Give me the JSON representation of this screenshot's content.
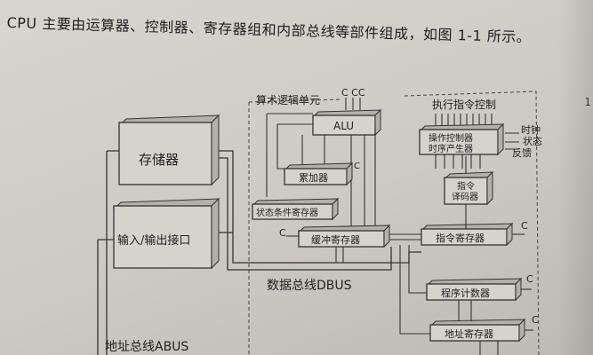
{
  "heading": "CPU 主要由运算器、控制器、寄存器组和内部总线等部件组成，如图 1-1 所示。",
  "side_digit": "1",
  "diagram": {
    "alu_region_label": "算术逻辑单元",
    "control_region_label": "执行指令控制",
    "alu": "ALU",
    "alu_clocks": "C CC",
    "accumulator": "累加器",
    "status_register": "状态条件寄存器",
    "buffer_register": "缓冲寄存器",
    "instruction_register": "指令寄存器",
    "instruction_decoder_line1": "指令",
    "instruction_decoder_line2": "译码器",
    "op_controller_line1": "操作控制器",
    "op_controller_line2": "时序产生器",
    "program_counter": "程序计数器",
    "address_register": "地址寄存器",
    "memory": "存储器",
    "io_interface": "输入/输出接口",
    "data_bus": "数据总线DBUS",
    "address_bus": "地址总线ABUS",
    "clock_label": "时钟",
    "status_label": "状态",
    "feedback_label": "反馈",
    "c": "C"
  }
}
